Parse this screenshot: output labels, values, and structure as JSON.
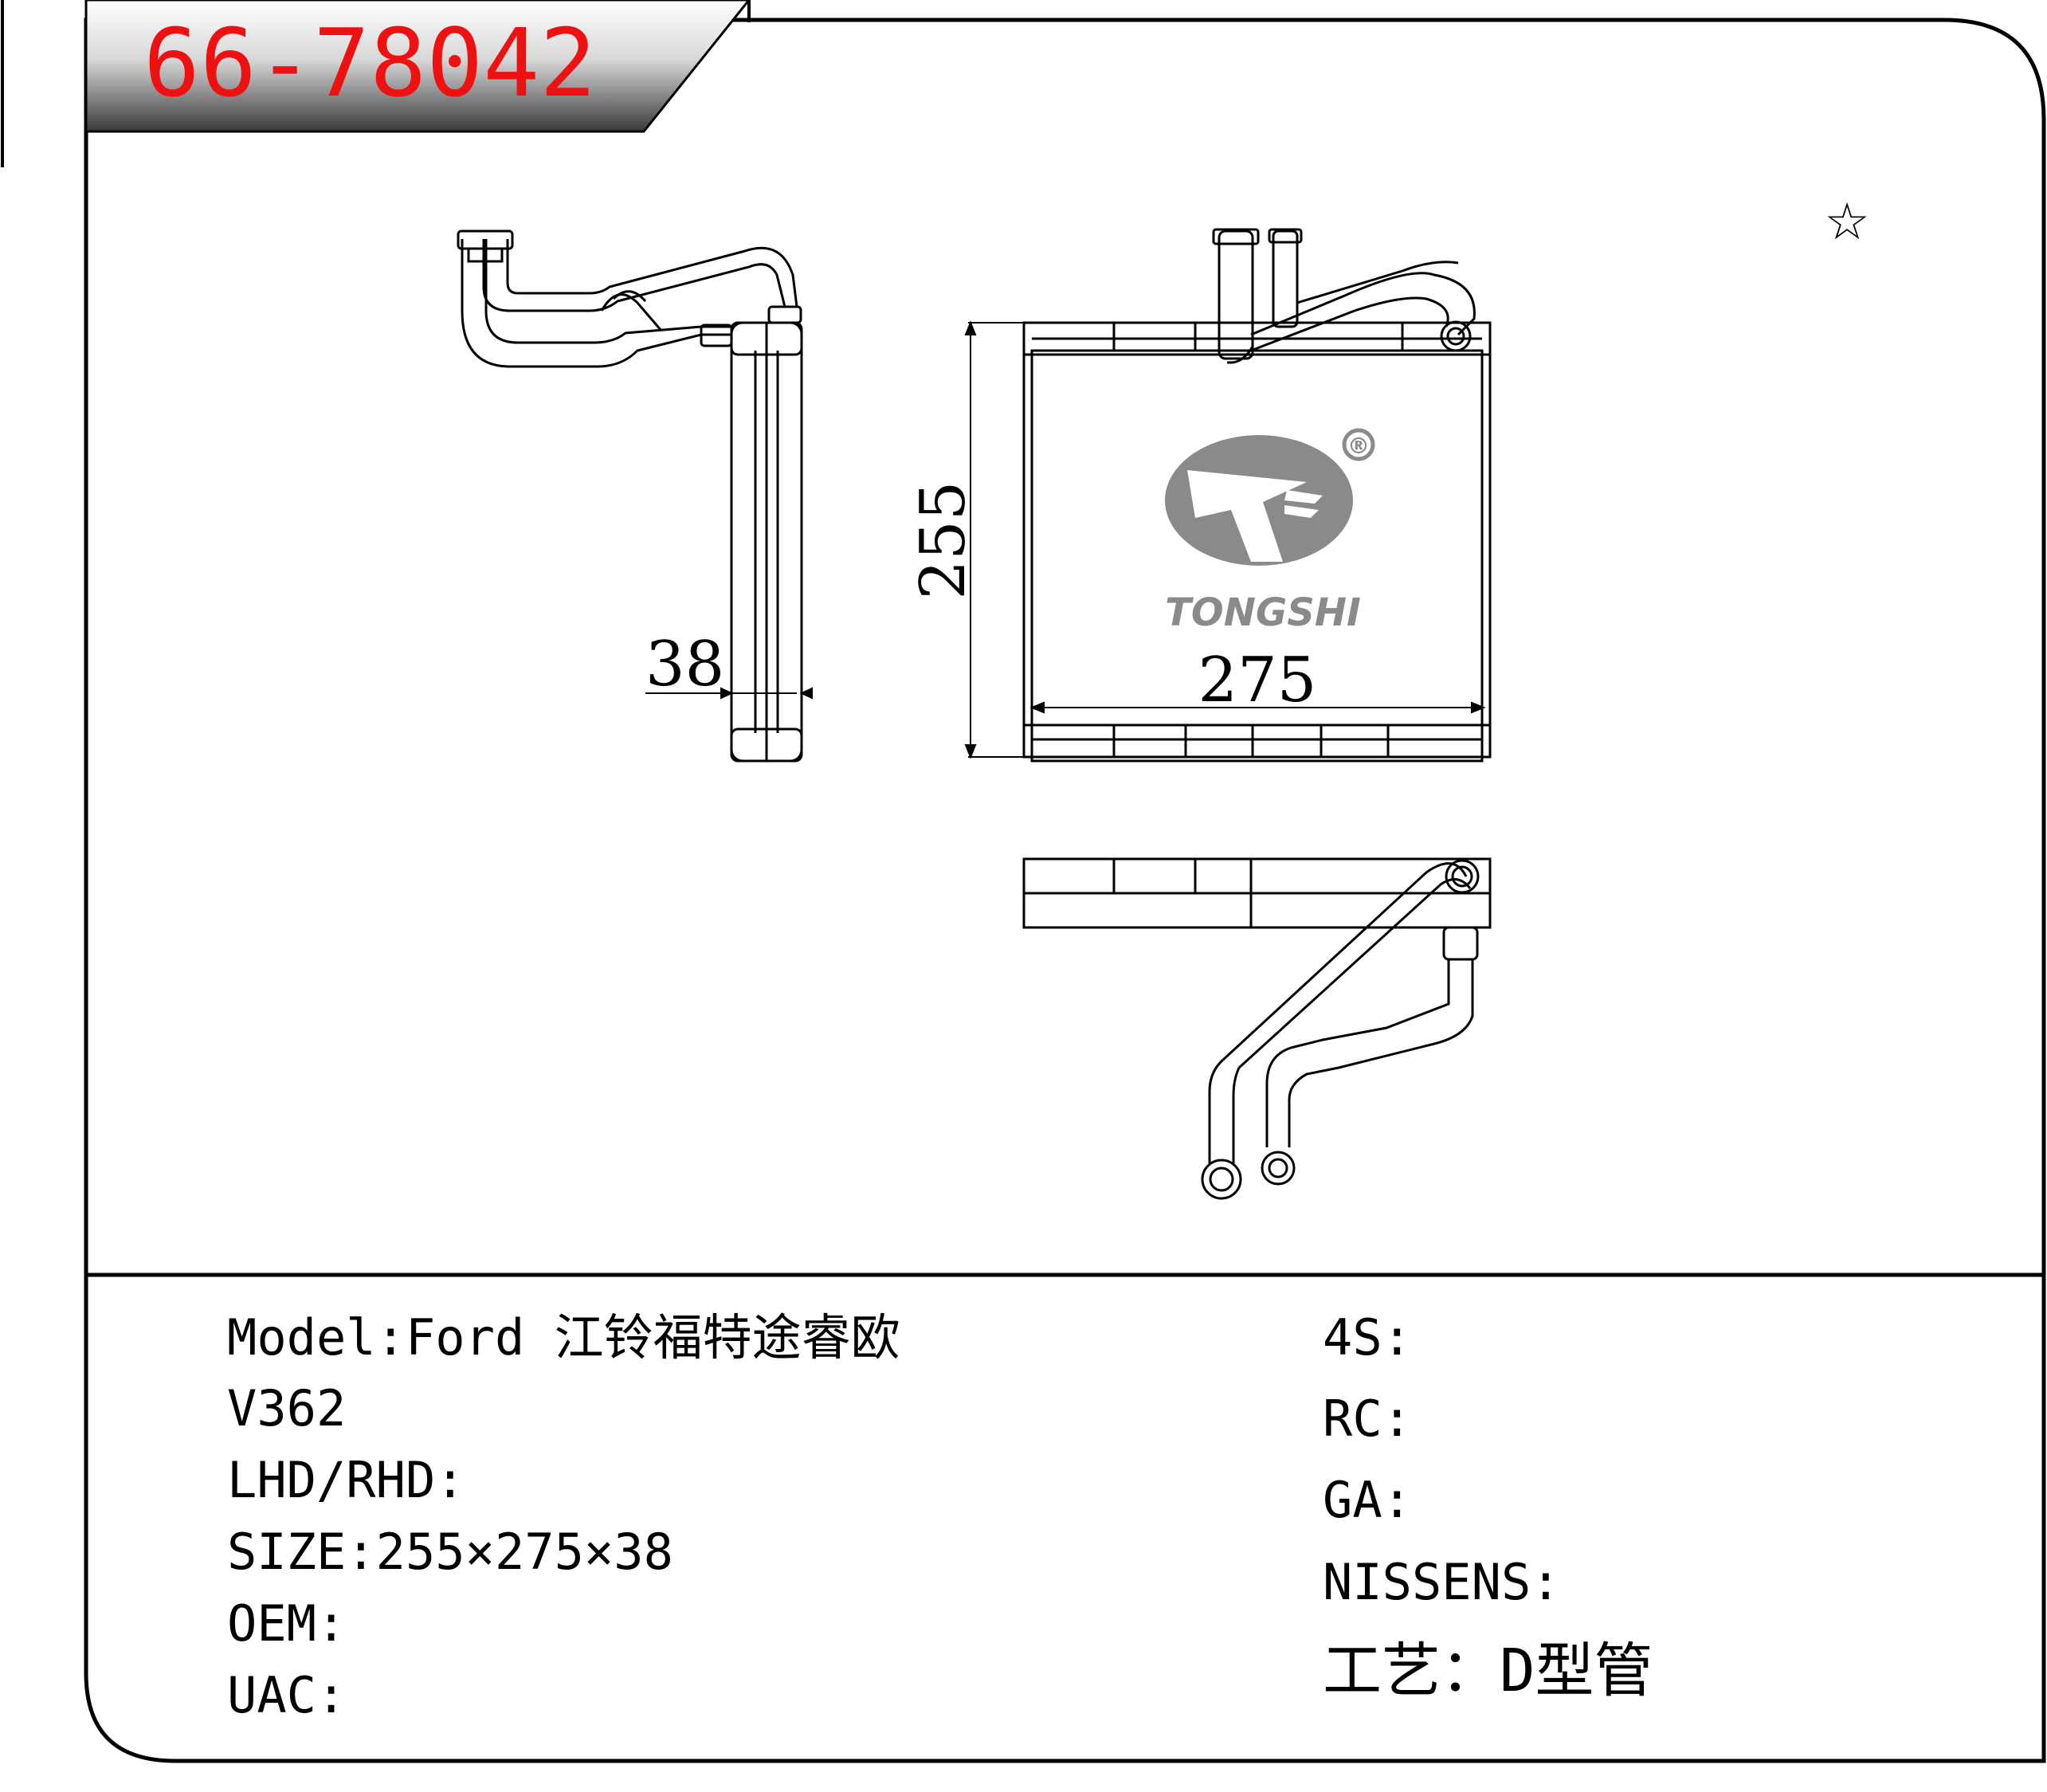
{
  "part_number": "66-78042",
  "brand": {
    "name": "TONGSHI",
    "registered_mark": "®"
  },
  "star_mark": "☆",
  "dimensions": {
    "height": "255",
    "width": "275",
    "depth": "38"
  },
  "colors": {
    "part_number_red": "#ee1111",
    "line": "#000000",
    "logo_gray": "#8a8a8a",
    "banner_gray": "#3a3a3a"
  },
  "specs_left": [
    {
      "key": "model",
      "text": "Model:Ford 江铃福特途睿欧"
    },
    {
      "key": "model_cont",
      "text": "V362"
    },
    {
      "key": "lhd_rhd",
      "text": "LHD/RHD:"
    },
    {
      "key": "size",
      "text": "SIZE:255×275×38"
    },
    {
      "key": "oem",
      "text": "OEM:"
    },
    {
      "key": "uac",
      "text": "UAC:"
    }
  ],
  "specs_right": [
    {
      "key": "4s",
      "text": "4S:"
    },
    {
      "key": "rc",
      "text": "RC:"
    },
    {
      "key": "ga",
      "text": "GA:"
    },
    {
      "key": "nissens",
      "text": "NISSENS:"
    },
    {
      "key": "process",
      "text": "工艺：D型管"
    }
  ]
}
